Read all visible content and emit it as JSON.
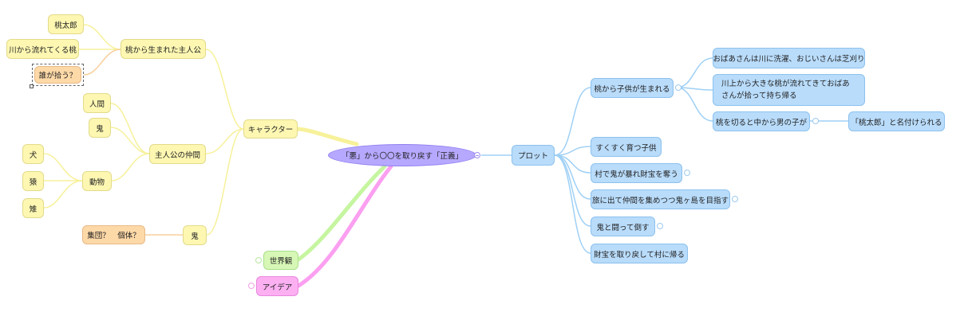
{
  "map": {
    "center": {
      "label": "「悪」から〇〇を取り戻す「正義」",
      "color": "#b7a8ff"
    },
    "character": {
      "label": "キャラクター",
      "hero": {
        "label": "桃から生まれた主人公",
        "children": [
          "桃太郎",
          "川から流れてくる桃",
          "誰が拾う？"
        ]
      },
      "companions": {
        "label": "主人公の仲間",
        "human": "人間",
        "oni": "鬼",
        "animals": {
          "label": "動物",
          "children": [
            "犬",
            "猿",
            "雉"
          ]
        }
      },
      "oni": {
        "label": "鬼",
        "child": "集団？　個体？"
      }
    },
    "worldview": {
      "label": "世界観"
    },
    "idea": {
      "label": "アイデア"
    },
    "plot": {
      "label": "プロット",
      "born": {
        "label": "桃から子供が生まれる",
        "children": [
          "おばあさんは川に洗濯、おじいさんは芝刈り",
          "川上から大きな桃が流れてきておばあさんが拾って持ち帰る",
          "桃を切ると中から男の子が"
        ],
        "named": "「桃太郎」と名付けられる"
      },
      "steps": [
        "すくすく育つ子供",
        "村で鬼が暴れ財宝を奪う",
        "旅に出て仲間を集めつつ鬼ヶ島を目指す",
        "鬼と闘って倒す",
        "財宝を取り戻して村に帰る"
      ]
    }
  },
  "colors": {
    "yellow_link": "#f7f19a",
    "blue_link": "#9fd0f5",
    "green_link": "#c6f5a0",
    "pink_link": "#fb9ff0",
    "orange_link": "#f7cf9c"
  }
}
